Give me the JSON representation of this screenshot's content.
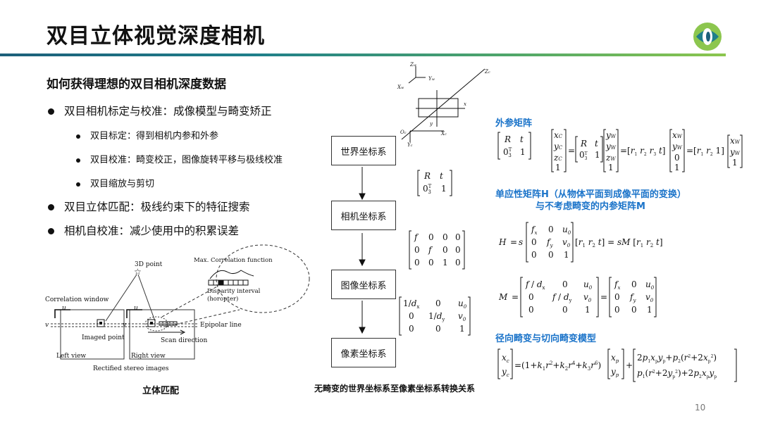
{
  "page": {
    "title": "双目立体视觉深度相机",
    "page_number": "10"
  },
  "left": {
    "subheading": "如何获得理想的双目相机深度数据",
    "bullets": [
      {
        "text": "双目相机标定与校准：成像模型与畸变矫正",
        "sub": [
          "双目标定：得到相机内参和外参",
          "双目校准：畸变校正，图像旋转平移与极线校准",
          "双目缩放与剪切"
        ]
      },
      {
        "text": "双目立体匹配：极线约束下的特征搜索"
      },
      {
        "text": "相机自校准：减少使用中的积累误差"
      }
    ]
  },
  "stereo_figure": {
    "point_label": "3D point",
    "corr_function": "Max. Correlation function",
    "disparity": "Disparity interval",
    "horopter": "(horopter)",
    "corr_window": "Correlation window",
    "epipolar": "Epipolar line",
    "imaged_point": "Imaged point",
    "scan_direction": "Scan direction",
    "left_view": "Left view",
    "right_view": "Right view",
    "rectified": "Rectified stereo images",
    "caption": "立体匹配"
  },
  "flow": {
    "boxes": [
      "世界坐标系",
      "相机坐标系",
      "图像坐标系",
      "像素坐标系"
    ],
    "caption": "无畸变的世界坐标系至像素坐标系转换关系"
  },
  "right": {
    "extrinsic_title": "外参矩阵",
    "homography_title_1": "单应性矩阵H（从物体平面到成像平面的变换）",
    "homography_title_2": "与不考虑畸变的内参矩阵M",
    "distortion_title": "径向畸变与切向畸变模型"
  },
  "colors": {
    "accent_blue": "#1a73c9",
    "rule_start": "#1c5f7a",
    "rule_end": "#8cc64e"
  }
}
